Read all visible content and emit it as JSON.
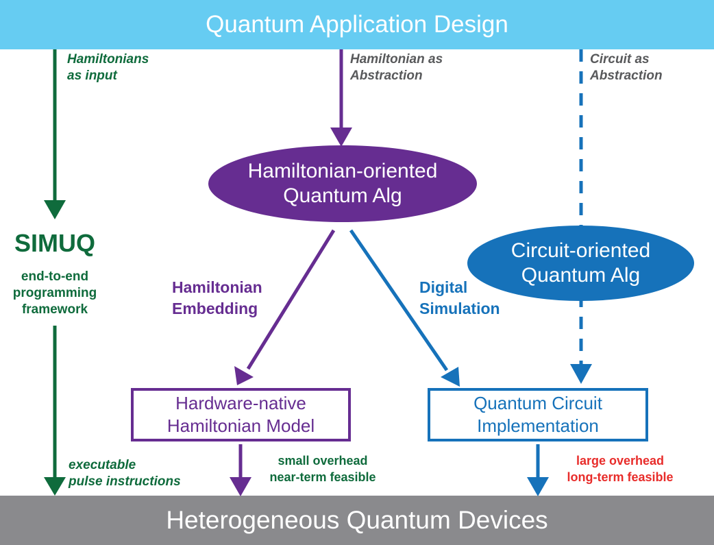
{
  "colors": {
    "green": "#0f6b3c",
    "purple": "#662d91",
    "blue": "#1672ba",
    "red": "#e82c2a",
    "gray_text": "#58595b",
    "top_band": "#66ccf2",
    "bottom_band": "#8a8a8d"
  },
  "top_band": {
    "label": "Quantum Application Design"
  },
  "bottom_band": {
    "label": "Heterogeneous Quantum Devices"
  },
  "left_column": {
    "input_label_1": "Hamiltonians",
    "input_label_2": "as input",
    "title": "SIMUQ",
    "desc_1": "end-to-end",
    "desc_2": "programming",
    "desc_3": "framework",
    "output_label_1": "executable",
    "output_label_2": "pulse instructions"
  },
  "abstractions": {
    "hamiltonian_1": "Hamiltonian as",
    "hamiltonian_2": "Abstraction",
    "circuit_1": "Circuit as",
    "circuit_2": "Abstraction"
  },
  "nodes": {
    "hamiltonian_alg_1": "Hamiltonian-oriented",
    "hamiltonian_alg_2": "Quantum Alg",
    "circuit_alg_1": "Circuit-oriented",
    "circuit_alg_2": "Quantum Alg",
    "hw_model_1": "Hardware-native",
    "hw_model_2": "Hamiltonian Model",
    "qc_impl_1": "Quantum Circuit",
    "qc_impl_2": "Implementation"
  },
  "edge_labels": {
    "embedding_1": "Hamiltonian",
    "embedding_2": "Embedding",
    "digital_1": "Digital",
    "digital_2": "Simulation",
    "small_1": "small overhead",
    "small_2": "near-term feasible",
    "large_1": "large overhead",
    "large_2": "long-term feasible"
  }
}
